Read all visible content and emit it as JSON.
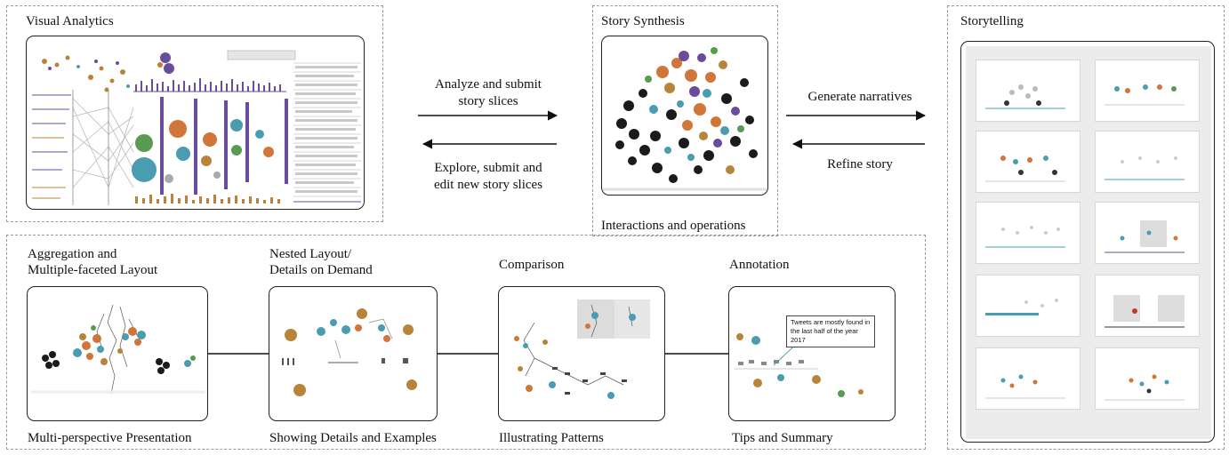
{
  "sections": {
    "visual_analytics": "Visual Analytics",
    "story_synthesis": "Story Synthesis",
    "storytelling": "Storytelling",
    "interactions": "Interactions and operations"
  },
  "arrows": {
    "analyze": "Analyze and submit\nstory slices",
    "explore": "Explore, submit and\nedit new story slices",
    "generate": "Generate narratives",
    "refine": "Refine story"
  },
  "steps": [
    {
      "title": "Aggregation and\nMultiple-faceted Layout",
      "caption": "Multi-perspective Presentation"
    },
    {
      "title": "Nested Layout/\nDetails on Demand",
      "caption": "Showing Details and Examples"
    },
    {
      "title": "Comparison",
      "caption": "Illustrating Patterns"
    },
    {
      "title": "Annotation",
      "caption": "Tips and Summary"
    }
  ],
  "annotation_tip": "Tweets are mostly found in the last half of the year 2017",
  "colors": {
    "purple": "#6a4c9c",
    "orange": "#d0763a",
    "gold": "#b8843a",
    "teal": "#4a9db0",
    "green": "#5a9a52",
    "dark": "#1b1b1b"
  }
}
